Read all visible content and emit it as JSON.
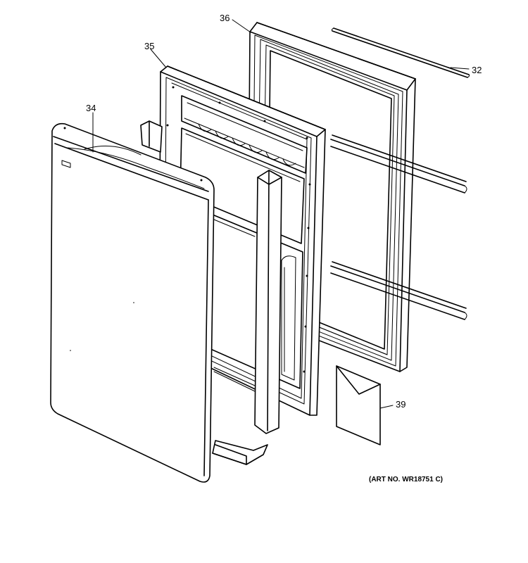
{
  "callouts": {
    "c36": "36",
    "c35": "35",
    "c34": "34",
    "c32": "32",
    "c39": "39"
  },
  "art_number": "(ART NO. WR18751 C)"
}
